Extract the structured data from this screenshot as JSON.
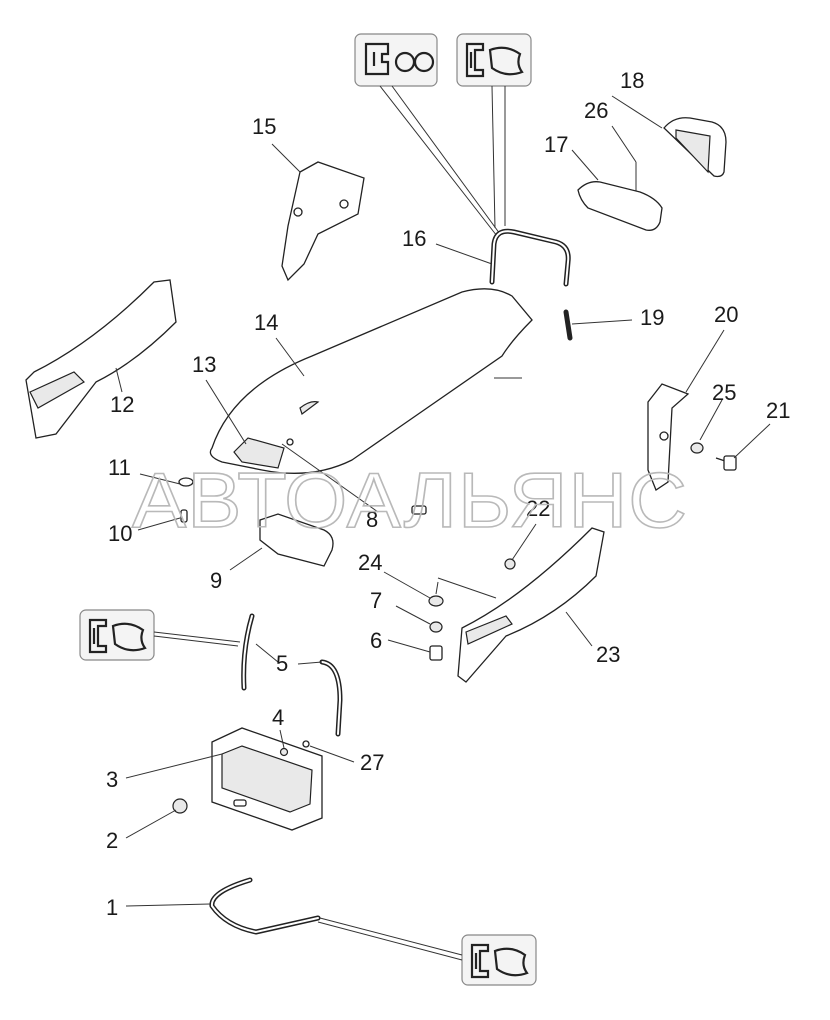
{
  "watermark": "АВТОАЛЬЯНС",
  "callouts": [
    "1",
    "2",
    "3",
    "4",
    "5",
    "6",
    "7",
    "8",
    "9",
    "10",
    "11",
    "12",
    "13",
    "14",
    "15",
    "16",
    "17",
    "18",
    "19",
    "20",
    "21",
    "22",
    "23",
    "24",
    "25",
    "26",
    "27"
  ],
  "icons": [
    "seal-profile-icon",
    "seal-profile-icon",
    "seal-profile-icon",
    "seal-profile-icon"
  ]
}
